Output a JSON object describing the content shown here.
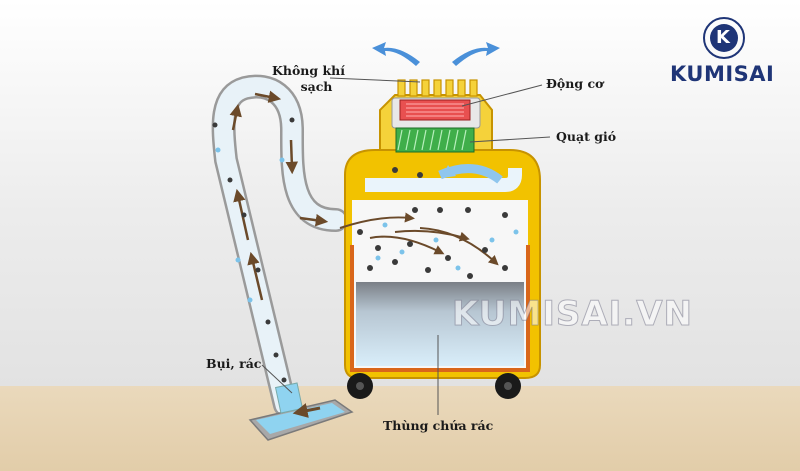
{
  "brand": {
    "logo_letter": "K",
    "name": "KUMISAI"
  },
  "watermark": "KUMISAI.VN",
  "labels": {
    "clean_air_line1": "Không khí",
    "clean_air_line2": "sạch",
    "motor": "Động cơ",
    "fan": "Quạt gió",
    "dust": "Bụi, rác",
    "bin": "Thùng chứa rác"
  },
  "colors": {
    "tank": "#f2c200",
    "tank_edge": "#c79300",
    "motor": "#e85050",
    "fan": "#3fae4a",
    "water": "#c9e6f6",
    "floor": "#e8d6b8",
    "arrow": "#4a90d9",
    "brand": "#1f3577"
  }
}
